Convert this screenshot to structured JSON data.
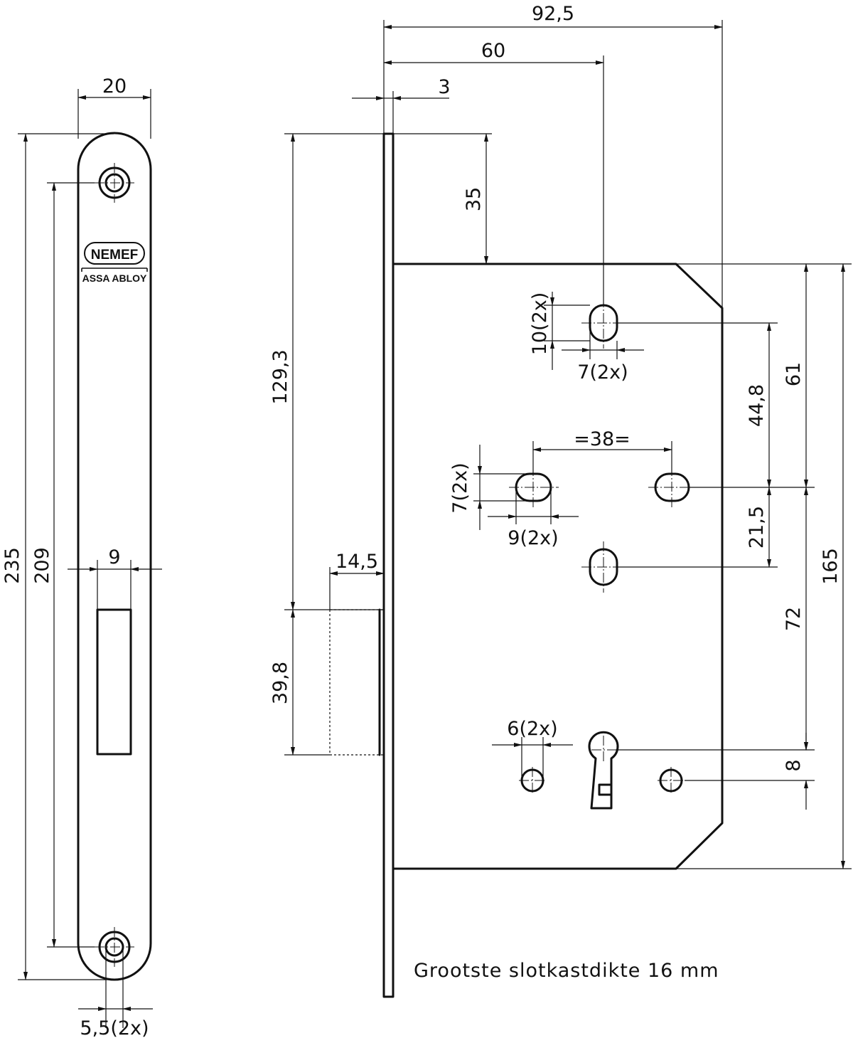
{
  "faceplate": {
    "brand_name": "NEMEF",
    "brand_sub": "ASSA ABLOY",
    "dims": {
      "width": "20",
      "total_length": "235",
      "screw_spacing": "209",
      "bolt_opening_width": "9",
      "screw_hole": "5,5(2x)"
    }
  },
  "lockcase": {
    "dims": {
      "overall_depth": "92,5",
      "backset": "60",
      "plate_thickness": "3",
      "top_offset": "35",
      "top_to_latch": "129,3",
      "bolt_throw": "14,5",
      "bolt_height": "39,8",
      "top_slot_height": "10(2x)",
      "top_slot_width": "7(2x)",
      "mount_spacing": "=38=",
      "mount_slot_height": "7(2x)",
      "mount_slot_width": "9(2x)",
      "distance_44_8": "44,8",
      "distance_61": "61",
      "distance_21_5": "21,5",
      "distance_72": "72",
      "case_height": "165",
      "key_hole_offset": "8",
      "lower_hole": "6(2x)"
    }
  },
  "note": "Grootste slotkastdikte 16 mm"
}
